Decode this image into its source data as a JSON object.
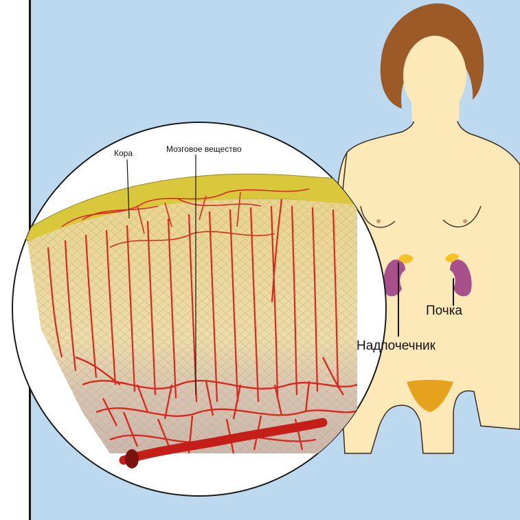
{
  "labels": {
    "cortex": "Кора",
    "medulla": "Мозговое вещество",
    "kidney": "Почка",
    "adrenal_gland": "Надпочечник"
  },
  "colors": {
    "background_panel": "#bcd9ef",
    "skin": "#fde9b8",
    "hair": "#9c5a27",
    "kidney": "#a8508c",
    "adrenal": "#f3c223",
    "capsule": "#d9c83c",
    "cortex_tissue": "#ead7a4",
    "medulla_tissue": "#cdbbb0",
    "vessels": "#d8281f"
  }
}
